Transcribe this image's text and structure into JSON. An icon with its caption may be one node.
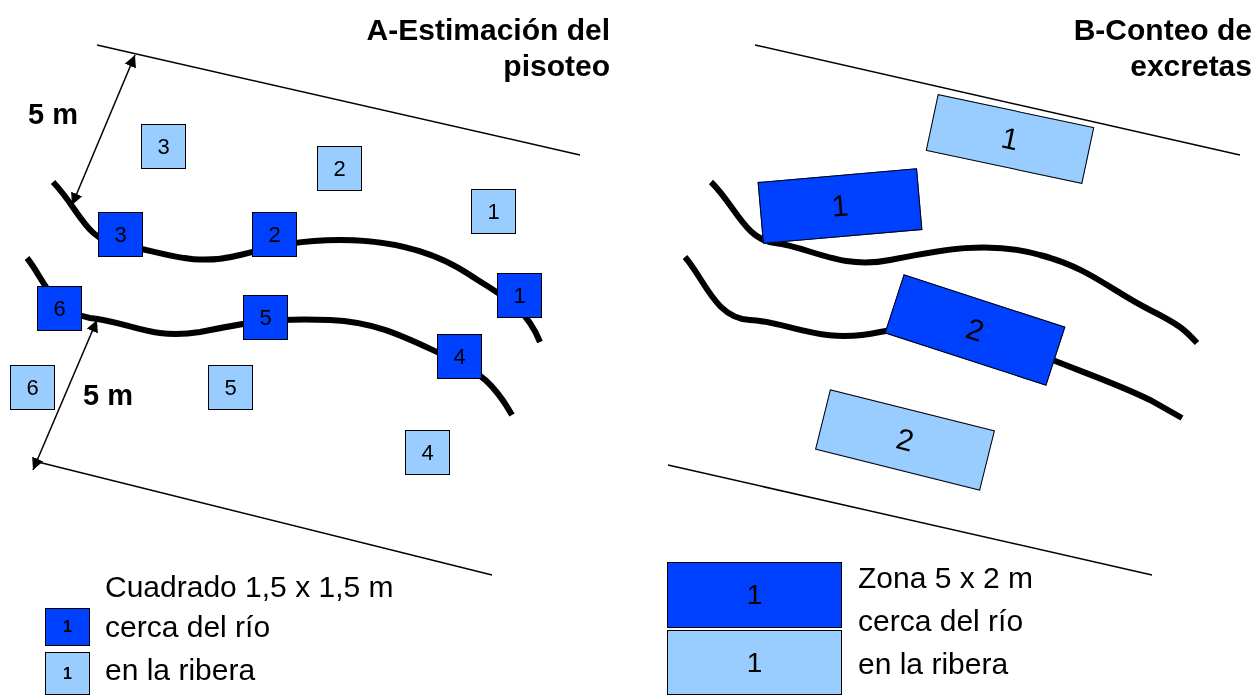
{
  "diagram": {
    "nodes": [
      {
        "text": [
          "3"
        ]
      },
      {
        "text": [
          "2"
        ]
      },
      {
        "text": [
          "1"
        ]
      },
      {
        "text": [
          "3"
        ]
      },
      {
        "text": [
          "2"
        ]
      },
      {
        "text": [
          "1"
        ]
      },
      {
        "text": [
          "6"
        ]
      },
      {
        "text": [
          "5"
        ]
      },
      {
        "text": [
          "4"
        ]
      },
      {
        "text": [
          "6"
        ]
      },
      {
        "text": [
          "5"
        ]
      },
      {
        "text": [
          "4"
        ]
      },
      {
        "text": [
          "1"
        ]
      },
      {
        "text": [
          "1"
        ]
      },
      {
        "text": [
          "2"
        ]
      },
      {
        "text": [
          "2"
        ]
      }
    ],
    "edges": [],
    "labels": [
      "A-Estimación del pisoteo",
      "5 m",
      "5 m",
      "B-Conteo de excretas",
      "Cuadrado 1,5 x 1,5 m",
      "1",
      "1",
      "Zona 5 x 2 m",
      "1",
      "1"
    ],
    "legend": [
      {
        "text": "cerca del río",
        "color": "#0040ff"
      },
      {
        "text": "en la ribera",
        "color": "#99ccff"
      },
      {
        "text": "cerca del río",
        "color": "#0040ff"
      },
      {
        "text": "en la ribera",
        "color": "#99ccff"
      }
    ]
  }
}
